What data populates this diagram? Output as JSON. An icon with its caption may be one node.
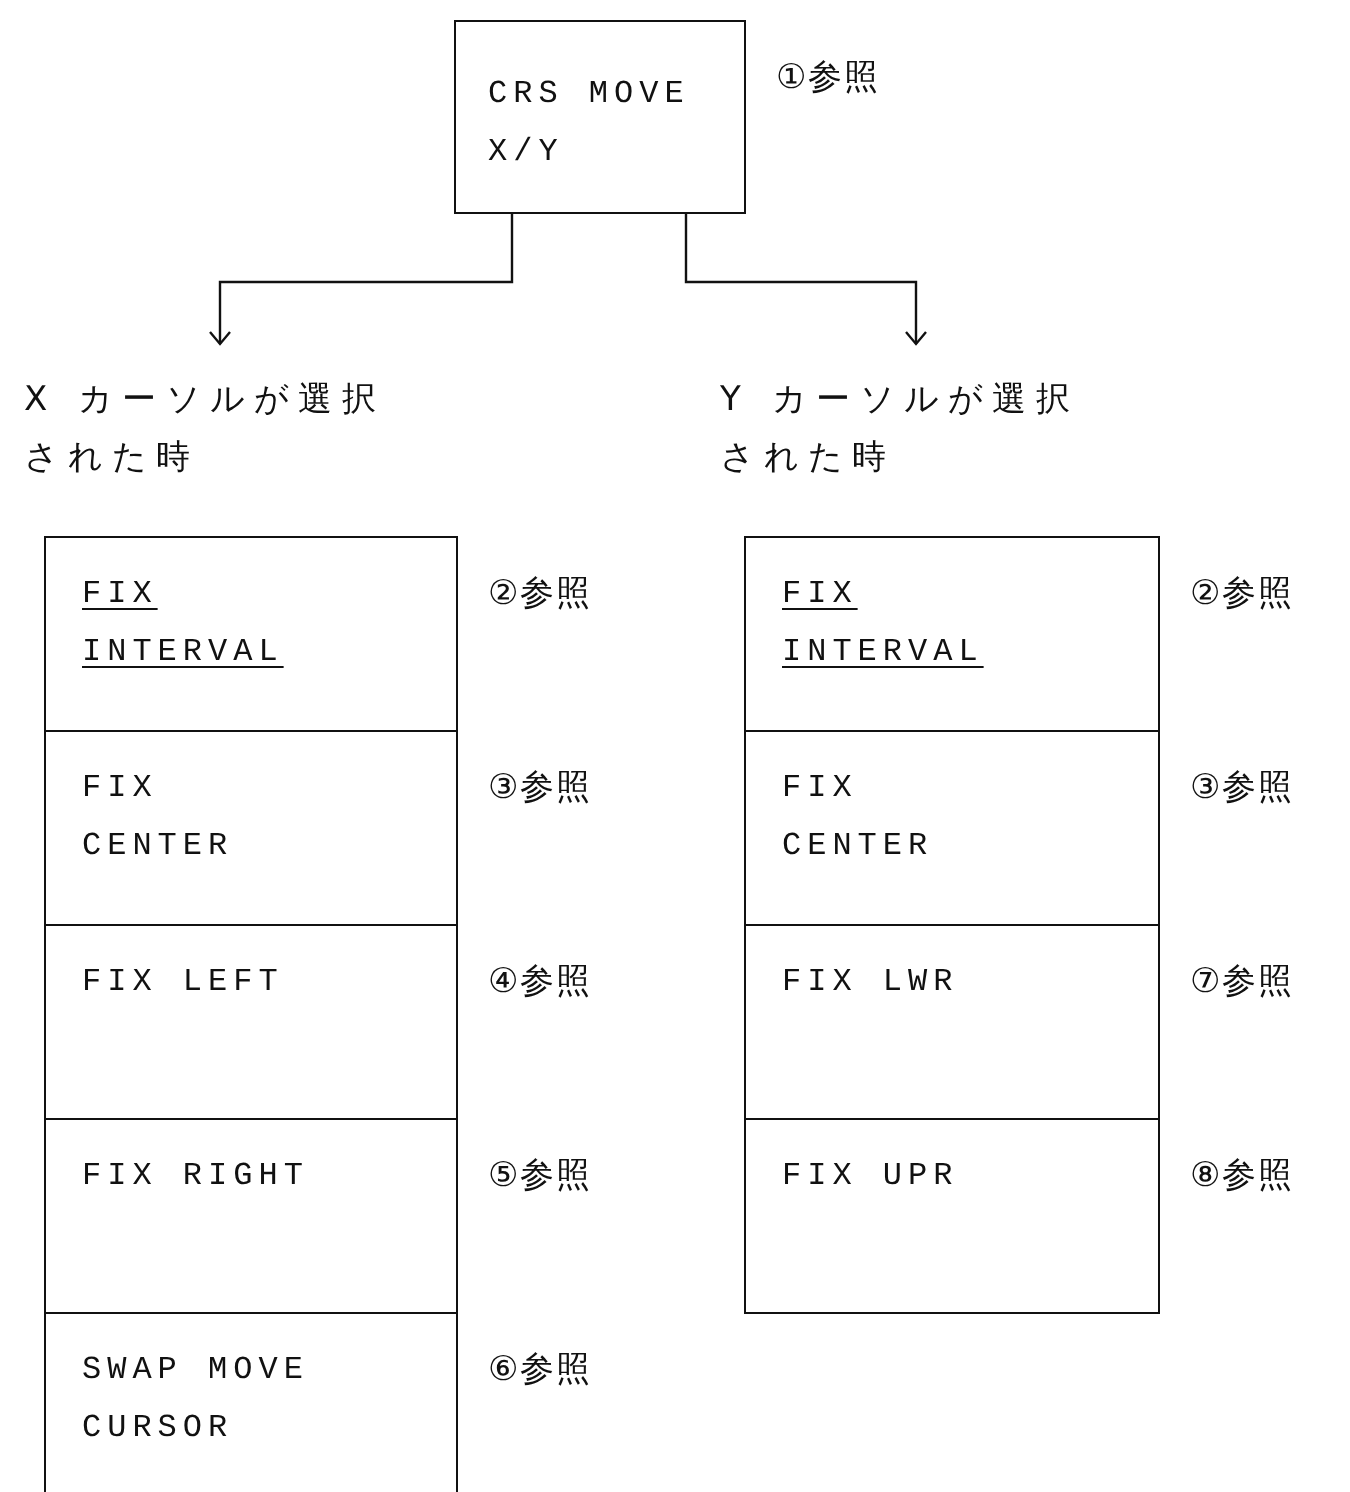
{
  "diagram": {
    "nodes": [
      {
        "text": [
          "CRS MOVE X/Y"
        ],
        "beside": [
          "①参照"
        ]
      },
      {
        "text": [
          "X カーソルが選択された時"
        ]
      },
      {
        "text": [
          "Y カーソルが選択された時"
        ]
      },
      {
        "text": [
          "FIX INTERVAL"
        ],
        "beside": [
          "②参照"
        ]
      },
      {
        "text": [
          "FIX CENTER"
        ],
        "beside": [
          "③参照"
        ]
      },
      {
        "text": [
          "FIX LEFT"
        ],
        "beside": [
          "④参照"
        ]
      },
      {
        "text": [
          "FIX RIGHT"
        ],
        "beside": [
          "⑤参照"
        ]
      },
      {
        "text": [
          "SWAP MOVE CURSOR"
        ],
        "beside": [
          "⑥参照"
        ]
      },
      {
        "text": [
          "FIX INTERVAL"
        ],
        "beside": [
          "②参照"
        ]
      },
      {
        "text": [
          "FIX CENTER"
        ],
        "beside": [
          "③参照"
        ]
      },
      {
        "text": [
          "FIX LWR"
        ],
        "beside": [
          "⑦参照"
        ]
      },
      {
        "text": [
          "FIX UPR"
        ],
        "beside": [
          "⑧参照"
        ]
      }
    ],
    "edges": [
      {
        "from": 0,
        "to": 1,
        "arrow": "to"
      },
      {
        "from": 0,
        "to": 2,
        "arrow": "to"
      }
    ]
  }
}
